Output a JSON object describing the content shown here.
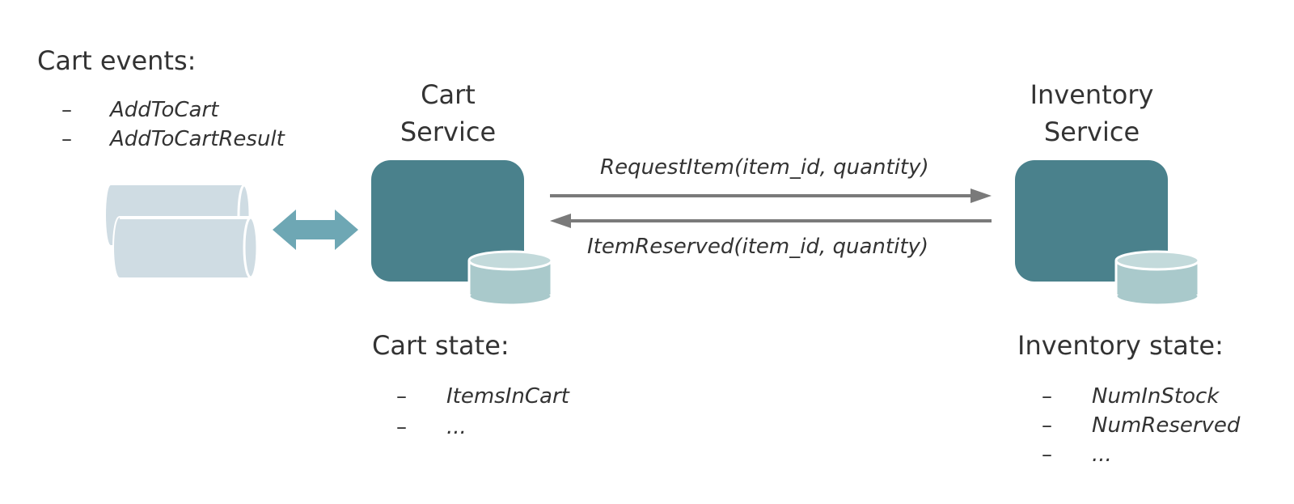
{
  "cart_events": {
    "heading": "Cart events:",
    "items": [
      "AddToCart",
      "AddToCartResult"
    ]
  },
  "cart_service": {
    "title_line1": "Cart",
    "title_line2": "Service",
    "state_heading": "Cart state:",
    "state_items": [
      "ItemsInCart",
      "..."
    ]
  },
  "inventory_service": {
    "title_line1": "Inventory",
    "title_line2": "Service",
    "state_heading": "Inventory state:",
    "state_items": [
      "NumInStock",
      "NumReserved",
      "..."
    ]
  },
  "messages": {
    "request": "RequestItem(item_id, quantity)",
    "reserved": "ItemReserved(item_id, quantity)"
  },
  "list_dash": "–",
  "colors": {
    "service_box": "#4a818c",
    "database": "#a9c9cb",
    "database_top": "#c3dadb",
    "queue": "#cfdce3",
    "double_arrow": "#6ea7b4",
    "message_arrow": "#7a7a7a",
    "text": "#333333"
  }
}
